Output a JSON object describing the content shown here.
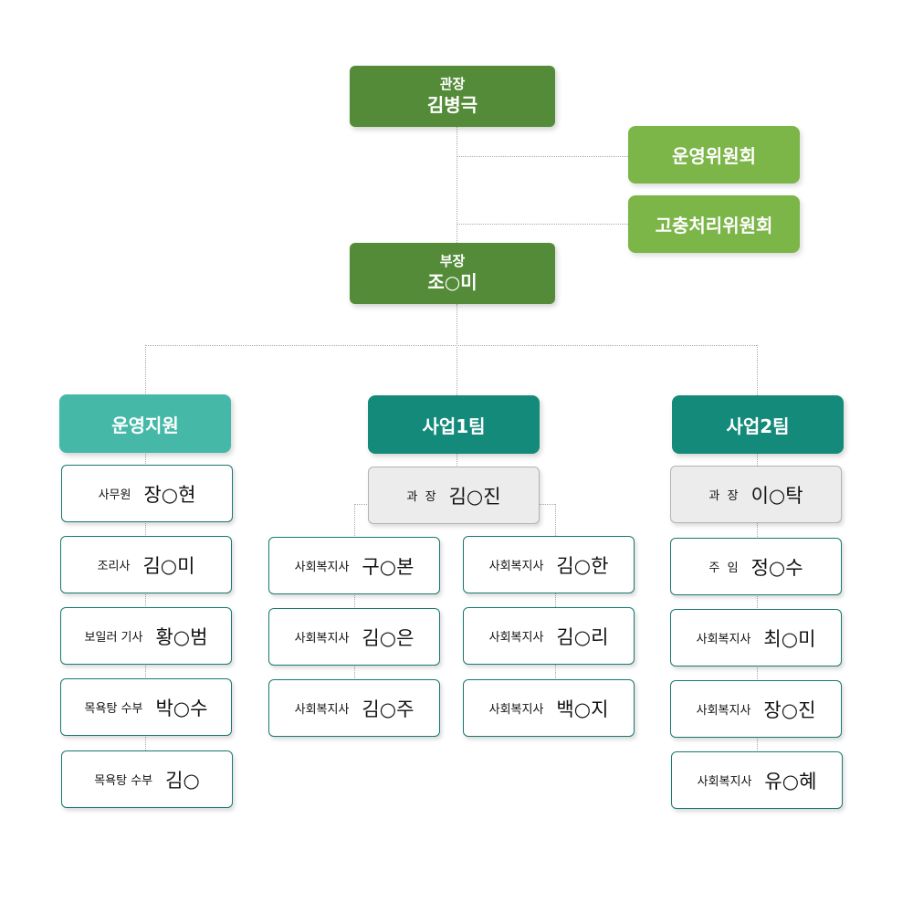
{
  "director": {
    "title": "관장",
    "name": "김병극"
  },
  "committees": [
    "운영위원회",
    "고충처리위원회"
  ],
  "manager": {
    "title": "부장",
    "name": "조○미"
  },
  "teams": [
    {
      "name": "운영지원",
      "color": "#45b8a8",
      "members": [
        {
          "role": "사무원",
          "name": "장○현"
        },
        {
          "role": "조리사",
          "name": "김○미"
        },
        {
          "role": "보일러 기사",
          "name": "황○범"
        },
        {
          "role": "목욕탕 수부",
          "name": "박○수"
        },
        {
          "role": "목욕탕 수부",
          "name": "김○"
        }
      ]
    },
    {
      "name": "사업1팀",
      "color": "#148a7a",
      "lead": {
        "role": "과  장",
        "name": "김○진"
      },
      "members_left": [
        {
          "role": "사회복지사",
          "name": "구○본"
        },
        {
          "role": "사회복지사",
          "name": "김○은"
        },
        {
          "role": "사회복지사",
          "name": "김○주"
        }
      ],
      "members_right": [
        {
          "role": "사회복지사",
          "name": "김○한"
        },
        {
          "role": "사회복지사",
          "name": "김○리"
        },
        {
          "role": "사회복지사",
          "name": "백○지"
        }
      ]
    },
    {
      "name": "사업2팀",
      "color": "#148a7a",
      "lead": {
        "role": "과  장",
        "name": "이○탁"
      },
      "members": [
        {
          "role": "주  임",
          "name": "정○수"
        },
        {
          "role": "사회복지사",
          "name": "최○미"
        },
        {
          "role": "사회복지사",
          "name": "장○진"
        },
        {
          "role": "사회복지사",
          "name": "유○혜"
        }
      ]
    }
  ]
}
